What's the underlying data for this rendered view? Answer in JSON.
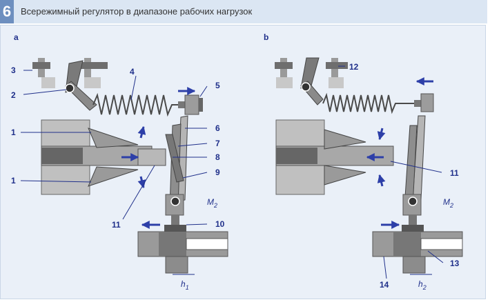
{
  "header": {
    "number": "6",
    "title": "Всережимный регулятор в диапазоне рабочих нагрузок"
  },
  "panels": {
    "a": {
      "label": "a"
    },
    "b": {
      "label": "b"
    }
  },
  "callouts": {
    "a": [
      "1",
      "1",
      "2",
      "3",
      "4",
      "5",
      "6",
      "7",
      "8",
      "9",
      "10",
      "11"
    ],
    "b": [
      "11",
      "12",
      "13",
      "14"
    ]
  },
  "math_labels": {
    "M2": {
      "base": "M",
      "sub": "2"
    },
    "h1": {
      "base": "h",
      "sub": "1"
    },
    "h2": {
      "base": "h",
      "sub": "2"
    }
  },
  "colors": {
    "header_bg": "#dbe6f3",
    "number_bg": "#6d8fbf",
    "panel_bg": "#eaf0f8",
    "label": "#1f2f8a",
    "arrow": "#2d3fa8",
    "metal_dark": "#5a5a5a",
    "metal_mid": "#8f8f8f",
    "metal_light": "#c4c4c4"
  }
}
